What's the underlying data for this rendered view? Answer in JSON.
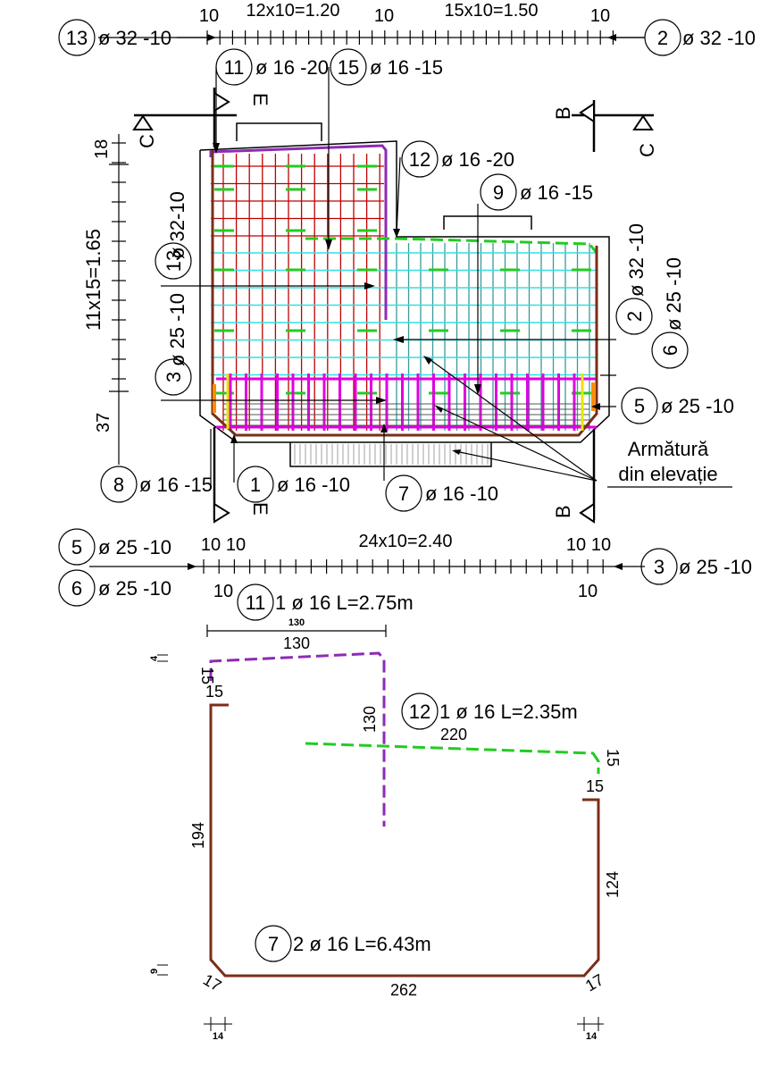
{
  "colors": {
    "red": "#c00000",
    "cyan": "#33e0e0",
    "teal": "#3a9a9a",
    "green": "#22cc22",
    "magenta": "#e000e0",
    "purple": "#8e2ab5",
    "brown": "#7a2e1a",
    "yellow": "#e6e600",
    "orange": "#ff8c00",
    "black": "#000000"
  },
  "top_dims": {
    "a": "10",
    "b": "12x10=1.20",
    "c": "10",
    "d": "15x10=1.50",
    "e": "10"
  },
  "bottom_dims": {
    "a1": "10",
    "a2": "10",
    "mid": "24x10=2.40",
    "e1": "10",
    "e2": "10",
    "below_left": "10",
    "below_right": "10"
  },
  "left_dims": {
    "top": "18",
    "mid": "11x15=1.65",
    "bottom": "37"
  },
  "left_rotated": {
    "upper": "ø 32-10",
    "lower": "ø 25 -10"
  },
  "right_rotated": {
    "upper": "ø 32 -10",
    "lower": "ø 25 -10"
  },
  "callouts": {
    "c13_top": {
      "num": "13",
      "text": "ø 32 -10"
    },
    "c2_top": {
      "num": "2",
      "text": "ø 32 -10"
    },
    "c11": {
      "num": "11",
      "text": "ø 16 -20"
    },
    "c15": {
      "num": "15",
      "text": "ø 16 -15"
    },
    "c12": {
      "num": "12",
      "text": "ø 16 -20"
    },
    "c9": {
      "num": "9",
      "text": "ø 16 -15"
    },
    "c13_left": {
      "num": "13"
    },
    "c3_left": {
      "num": "3"
    },
    "c2_right": {
      "num": "2"
    },
    "c6_right": {
      "num": "6"
    },
    "c5_right": {
      "num": "5",
      "text": "ø 25 -10"
    },
    "c8": {
      "num": "8",
      "text": "ø 16 -15"
    },
    "c1": {
      "num": "1",
      "text": "ø 16 -10"
    },
    "c7": {
      "num": "7",
      "text": "ø 16 -10"
    },
    "c5_bot": {
      "num": "5",
      "text": "ø 25 -10"
    },
    "c6_bot": {
      "num": "6",
      "text": "ø 25 -10"
    },
    "c3_bot": {
      "num": "3",
      "text": "ø 25 -10"
    }
  },
  "sections": {
    "C_left": "C",
    "C_right": "C",
    "E_top": "E",
    "E_bottom": "E",
    "B_top": "B",
    "B_bottom": "B"
  },
  "note": {
    "line1": "Armătură",
    "line2": "din elevație"
  },
  "bars": {
    "b11": {
      "num": "11",
      "title": "1 ø 16 L=2.75m",
      "small": "130",
      "len_top": "130",
      "hook_left": "15",
      "small_dim": "4",
      "vert": "130"
    },
    "b12": {
      "num": "12",
      "title": "1 ø 16 L=2.35m",
      "len": "220",
      "hook": "15"
    },
    "b7": {
      "num": "7",
      "title": "2 ø 16 L=6.43m",
      "left_hook": "15",
      "left_vert": "194",
      "right_hook": "15",
      "right_vert": "124",
      "bottom": "262",
      "cham_left": "17",
      "cham_right": "17",
      "small_dim": "9",
      "foot_left": "14",
      "foot_right": "14"
    }
  }
}
